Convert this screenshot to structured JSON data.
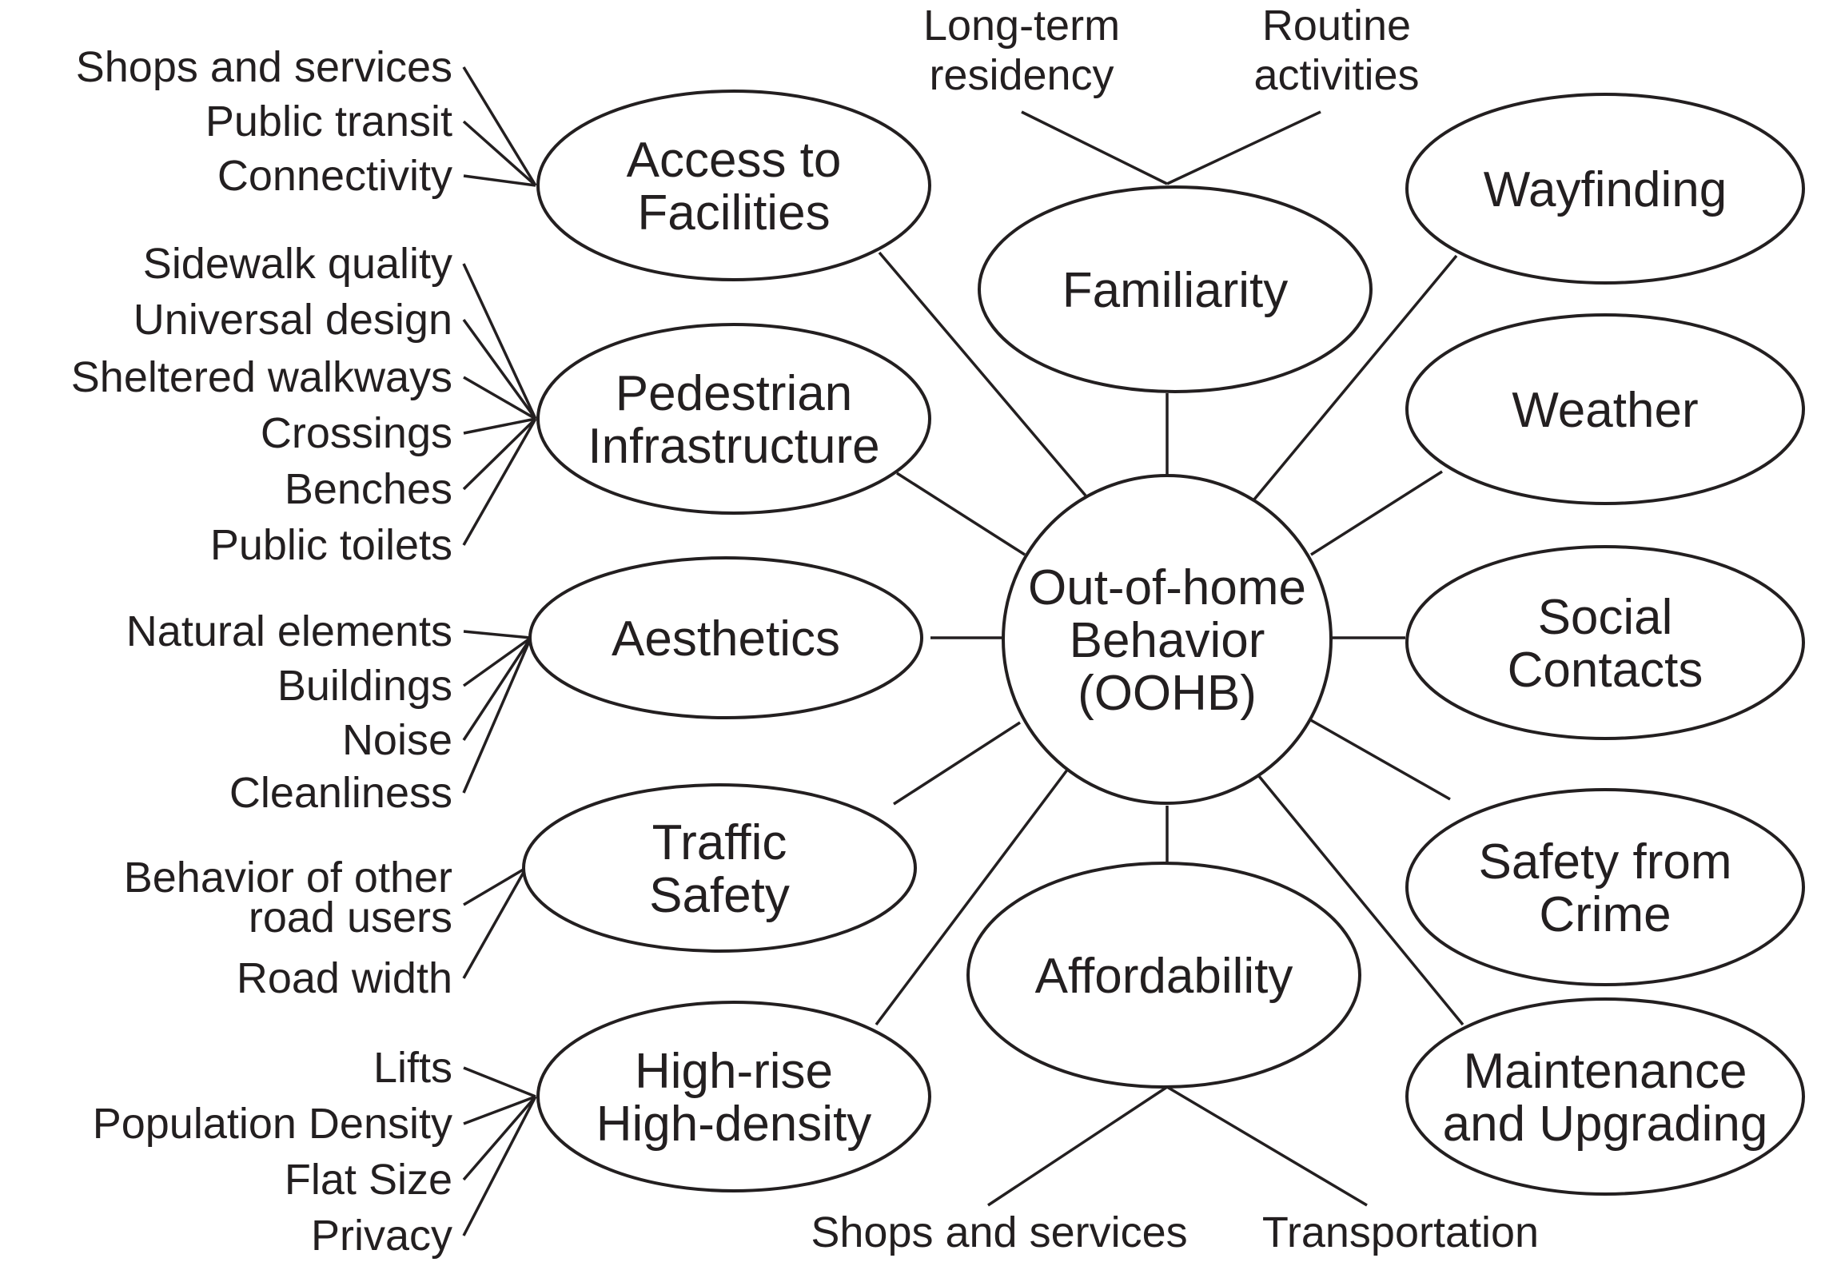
{
  "hub": {
    "lines": [
      "Out-of-home",
      "Behavior",
      "(OOHB)"
    ]
  },
  "factors": {
    "access": {
      "lines": [
        "Access to",
        "Facilities"
      ]
    },
    "pedestrian": {
      "lines": [
        "Pedestrian",
        "Infrastructure"
      ]
    },
    "aesthetics": {
      "lines": [
        "Aesthetics"
      ]
    },
    "traffic": {
      "lines": [
        "Traffic",
        "Safety"
      ]
    },
    "highrise": {
      "lines": [
        "High-rise",
        "High-density"
      ]
    },
    "familiarity": {
      "lines": [
        "Familiarity"
      ]
    },
    "affordability": {
      "lines": [
        "Affordability"
      ]
    },
    "wayfinding": {
      "lines": [
        "Wayfinding"
      ]
    },
    "weather": {
      "lines": [
        "Weather"
      ]
    },
    "social": {
      "lines": [
        "Social",
        "Contacts"
      ]
    },
    "crime": {
      "lines": [
        "Safety from",
        "Crime"
      ]
    },
    "maintenance": {
      "lines": [
        "Maintenance",
        "and Upgrading"
      ]
    }
  },
  "subfactors": {
    "access": [
      "Shops and services",
      "Public transit",
      "Connectivity"
    ],
    "pedestrian": [
      "Sidewalk quality",
      "Universal design",
      "Sheltered walkways",
      "Crossings",
      "Benches",
      "Public toilets"
    ],
    "aesthetics": [
      "Natural elements",
      "Buildings",
      "Noise",
      "Cleanliness"
    ],
    "traffic": [
      [
        "Behavior of other",
        "road users"
      ],
      "Road width"
    ],
    "highrise": [
      "Lifts",
      "Population Density",
      "Flat Size",
      "Privacy"
    ],
    "familiarity": [
      [
        "Long-term",
        "residency"
      ],
      [
        "Routine",
        "activities"
      ]
    ],
    "affordability": [
      "Shops and services",
      "Transportation"
    ]
  }
}
